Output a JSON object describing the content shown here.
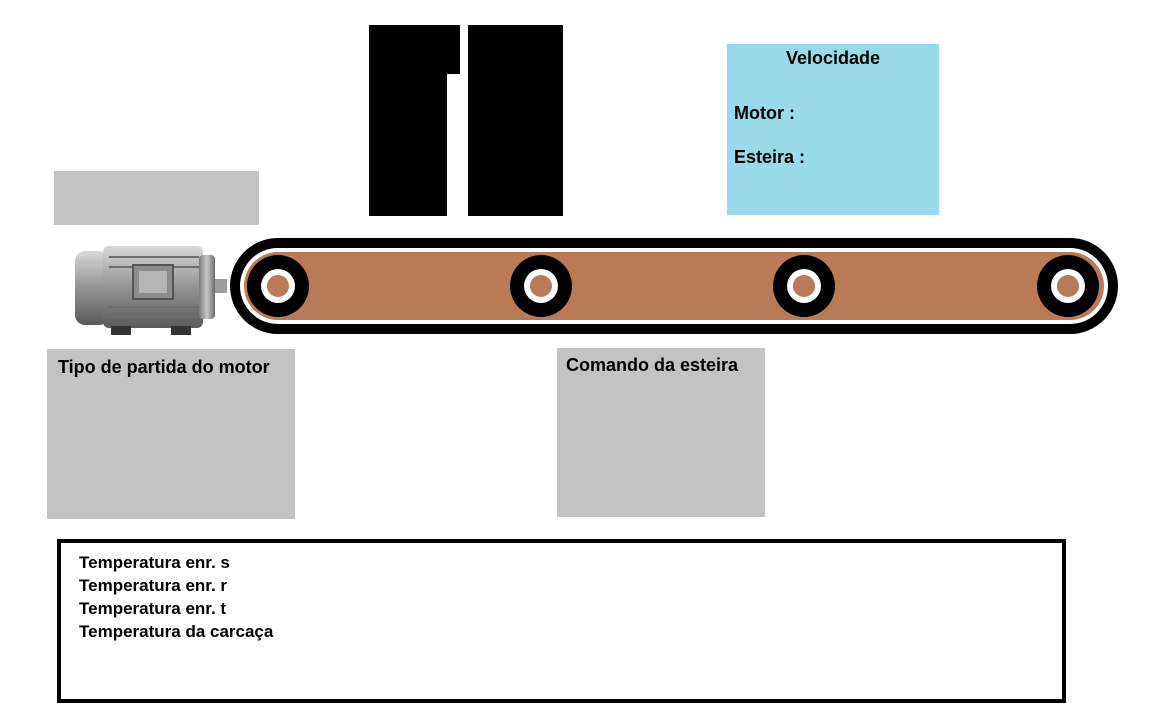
{
  "speed": {
    "title": "Velocidade",
    "motor_label": "Motor :",
    "belt_label": "Esteira :"
  },
  "start_panel": {
    "title": "Tipo de partida do motor"
  },
  "command_panel": {
    "title": "Comando da esteira"
  },
  "temperatures": {
    "items": [
      "Temperatura enr. s",
      "Temperatura enr. r",
      "Temperatura enr. t",
      "Temperatura da carcaça"
    ]
  },
  "colors": {
    "speed_panel": "#99d9ea",
    "gray_panel": "#c3c3c3",
    "belt": "#b97a57",
    "roller": "#000000"
  },
  "icons": [
    "hopper-icon",
    "motor-icon",
    "conveyor-belt-icon",
    "roller-icon"
  ]
}
